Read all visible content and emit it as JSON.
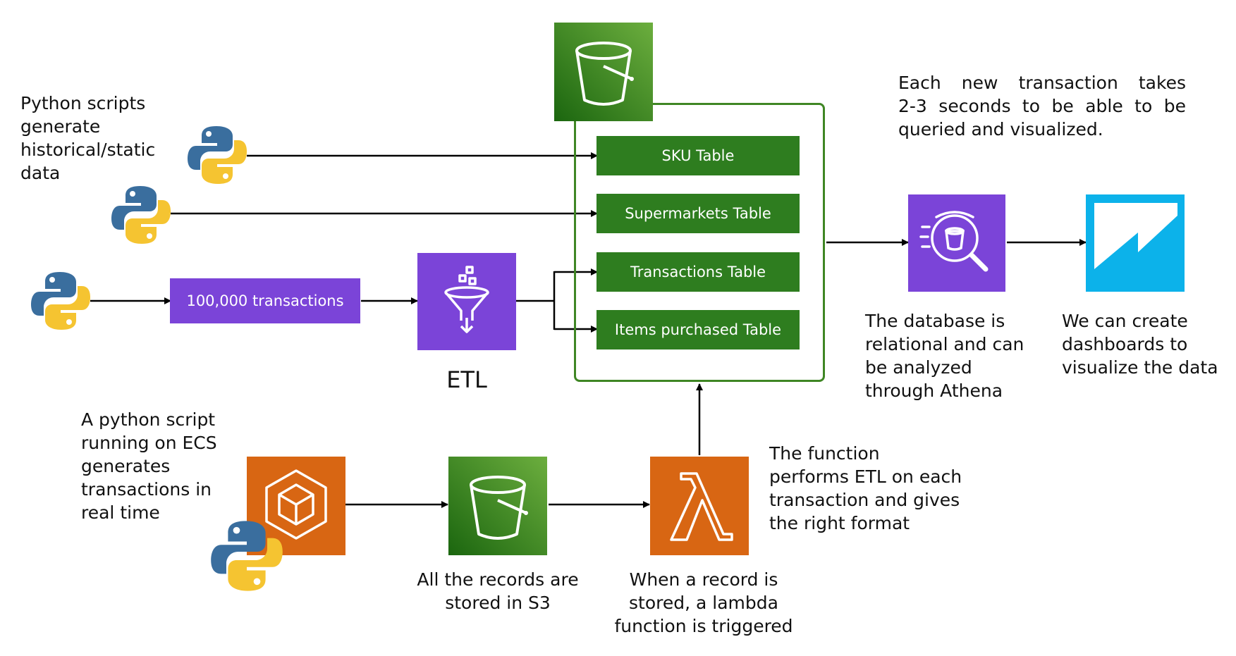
{
  "labels": {
    "python_historical": [
      "Python scripts",
      "generate",
      "historical/static",
      "data"
    ],
    "etl": "ETL",
    "ecs_script": [
      "A python script",
      "running on ECS",
      "generates",
      "transactions in",
      "real time"
    ],
    "s3_records": [
      "All the records are",
      "stored in S3"
    ],
    "lambda_trigger": [
      "When a record is",
      "stored, a lambda",
      "function is triggered"
    ],
    "function_etl": [
      "The function",
      "performs ETL on each",
      "transaction and gives",
      "the right format"
    ],
    "athena_desc": [
      "The database is",
      "relational and can",
      "be analyzed",
      "through Athena"
    ],
    "dashboard_desc": [
      "We can create",
      "dashboards to",
      "visualize the data"
    ],
    "latency": [
      "Each new transaction takes",
      "2-3 seconds to be able to be",
      "queried and visualized."
    ]
  },
  "boxes": {
    "transactions_count": "100,000 transactions",
    "tables": [
      "SKU Table",
      "Supermarkets Table",
      "Transactions Table",
      "Items purchased Table"
    ]
  },
  "icons": {
    "s3_bucket": "s3-bucket-icon",
    "python": "python-icon",
    "glue_etl": "glue-funnel-icon",
    "ecs": "ecs-icon",
    "lambda": "lambda-icon",
    "athena": "athena-icon",
    "quicksight": "quicksight-icon"
  },
  "colors": {
    "s3_green": "#3f8624",
    "table_green": "#2e7d1f",
    "purple": "#7b44d8",
    "orange": "#d86613",
    "quicksight_blue": "#0cb2ea",
    "python_blue": "#3a6e9e",
    "python_yellow": "#f5c431"
  }
}
